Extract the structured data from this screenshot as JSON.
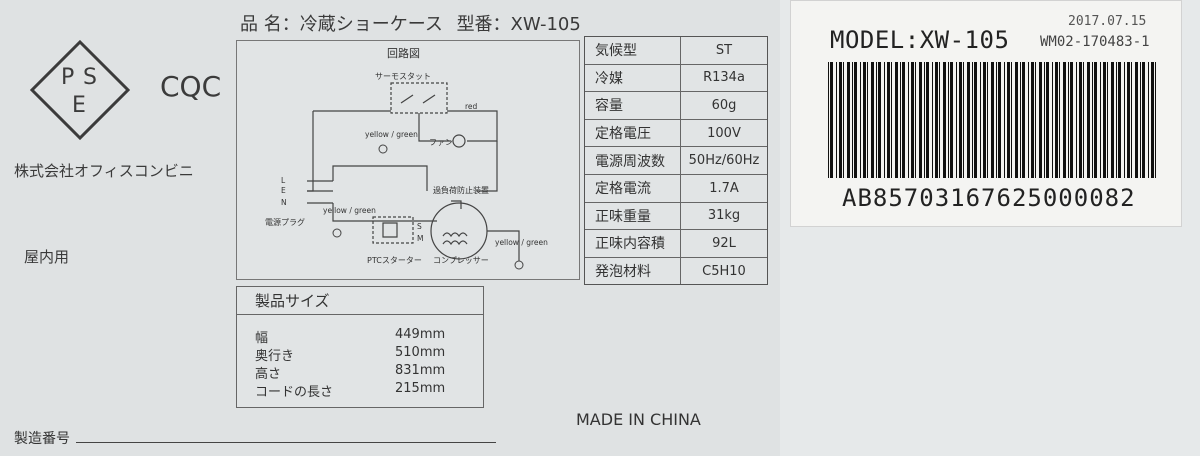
{
  "product_header": {
    "name_label": "品 名：冷蔵ショーケース",
    "model_label": "型番：XW-105"
  },
  "logos": {
    "pse_letters": [
      "P",
      "S",
      "E"
    ],
    "cqc": "CQC"
  },
  "company": "株式会社オフィスコンビニ",
  "indoor_use": "屋内用",
  "circuit_diagram": {
    "title": "回路図",
    "labels": {
      "thermostat": "サーモスタット",
      "red": "red",
      "yg1": "yellow / green",
      "fan": "ファン",
      "L": "L",
      "E": "E",
      "N": "N",
      "plug": "電源プラグ",
      "yg2": "yellow / green",
      "overload": "過負荷防止装置",
      "S": "S",
      "M": "M",
      "ptc": "PTCスターター",
      "compressor": "コンプレッサー",
      "yg3": "yellow / green"
    }
  },
  "spec_table": [
    {
      "k": "気候型",
      "v": "ST"
    },
    {
      "k": "冷媒",
      "v": "R134a"
    },
    {
      "k": "容量",
      "v": "60g"
    },
    {
      "k": "定格電圧",
      "v": "100V"
    },
    {
      "k": "電源周波数",
      "v": "50Hz/60Hz"
    },
    {
      "k": "定格電流",
      "v": "1.7A"
    },
    {
      "k": "正味重量",
      "v": "31kg"
    },
    {
      "k": "正味内容積",
      "v": "92L"
    },
    {
      "k": "発泡材料",
      "v": "C5H10"
    }
  ],
  "size_table": {
    "title": "製品サイズ",
    "rows": [
      {
        "k": "幅",
        "v": "449mm"
      },
      {
        "k": "奥行き",
        "v": "510mm"
      },
      {
        "k": "高さ",
        "v": "831mm"
      },
      {
        "k": "コードの長さ",
        "v": "215mm"
      }
    ]
  },
  "made_in": "MADE IN CHINA",
  "serial_label": "製造番号",
  "sticker": {
    "model": "MODEL:XW-105",
    "date": "2017.07.15",
    "lot": "WM02-170483-1",
    "barcode_number": "AB8570316762500008​2"
  }
}
